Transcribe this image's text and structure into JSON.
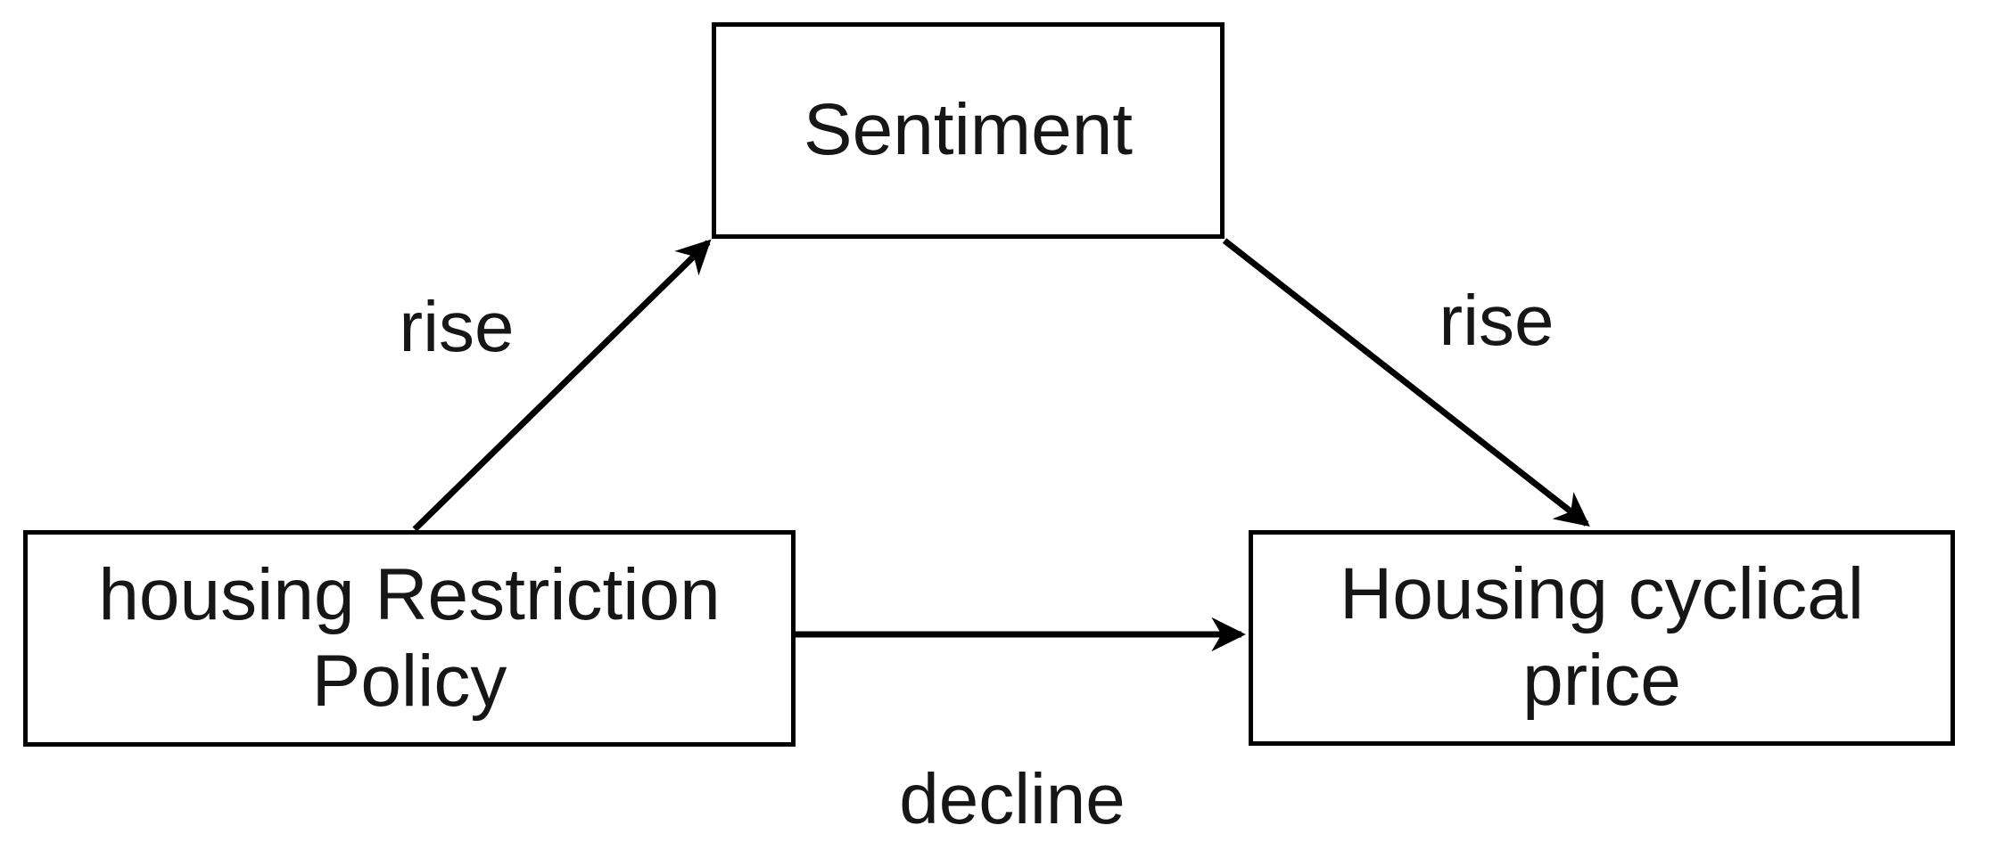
{
  "diagram": {
    "type": "flow-diagram",
    "background_color": "#ffffff",
    "stroke_color": "#000000",
    "text_color": "#161616",
    "nodes": {
      "sentiment": {
        "label": "Sentiment",
        "lines": [
          "Sentiment"
        ]
      },
      "policy": {
        "label": "housing Restriction Policy",
        "lines": [
          "housing Restriction",
          "Policy"
        ]
      },
      "price": {
        "label": "Housing cyclical price",
        "lines": [
          "Housing cyclical",
          "price"
        ]
      }
    },
    "edges": [
      {
        "from": "housing Restriction Policy",
        "to": "Sentiment",
        "label": "rise",
        "direction": "up-right"
      },
      {
        "from": "Sentiment",
        "to": "Housing cyclical price",
        "label": "rise",
        "direction": "down-right"
      },
      {
        "from": "housing Restriction Policy",
        "to": "Housing cyclical price",
        "label": "decline",
        "direction": "right"
      }
    ]
  }
}
